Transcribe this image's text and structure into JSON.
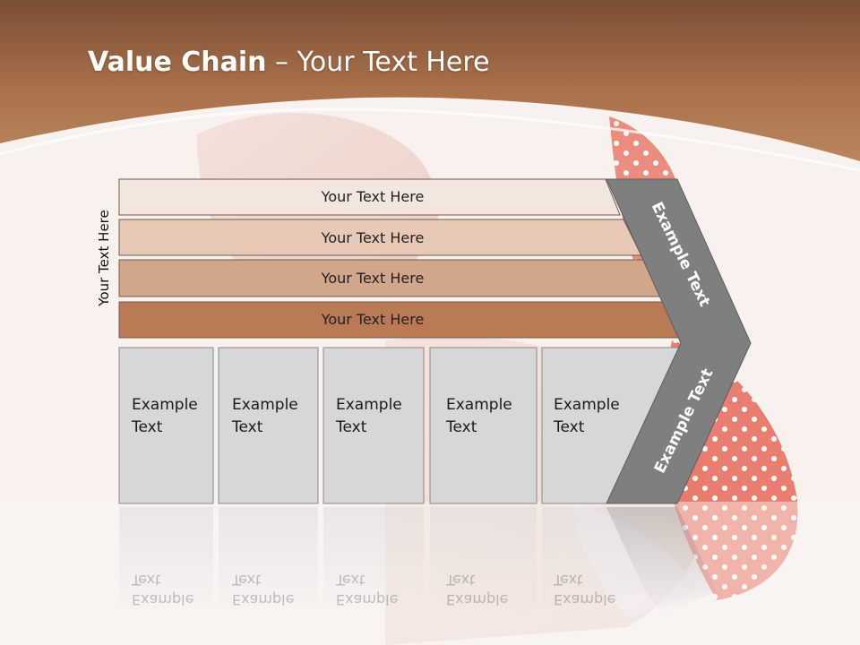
{
  "title": {
    "bold": "Value Chain",
    "rest": " – Your Text Here"
  },
  "side_label": "Your Text Here",
  "bars": [
    {
      "label": "Your Text Here"
    },
    {
      "label": "Your Text Here"
    },
    {
      "label": "Your Text Here"
    },
    {
      "label": "Your Text Here"
    }
  ],
  "boxes": [
    {
      "label": "Example\nText"
    },
    {
      "label": "Example\nText"
    },
    {
      "label": "Example\nText"
    },
    {
      "label": "Example\nText"
    },
    {
      "label": "Example\nText"
    }
  ],
  "chevron": {
    "upper_label": "Example Text",
    "lower_label": "Example Text"
  },
  "colors": {
    "header": "#9c6a48",
    "bar1": "#f3e6de",
    "bar2": "#e6c9b6",
    "bar3": "#d2a68a",
    "bar4": "#b97a55",
    "box": "#d7d7d7",
    "chevron": "#7f7f7f"
  }
}
